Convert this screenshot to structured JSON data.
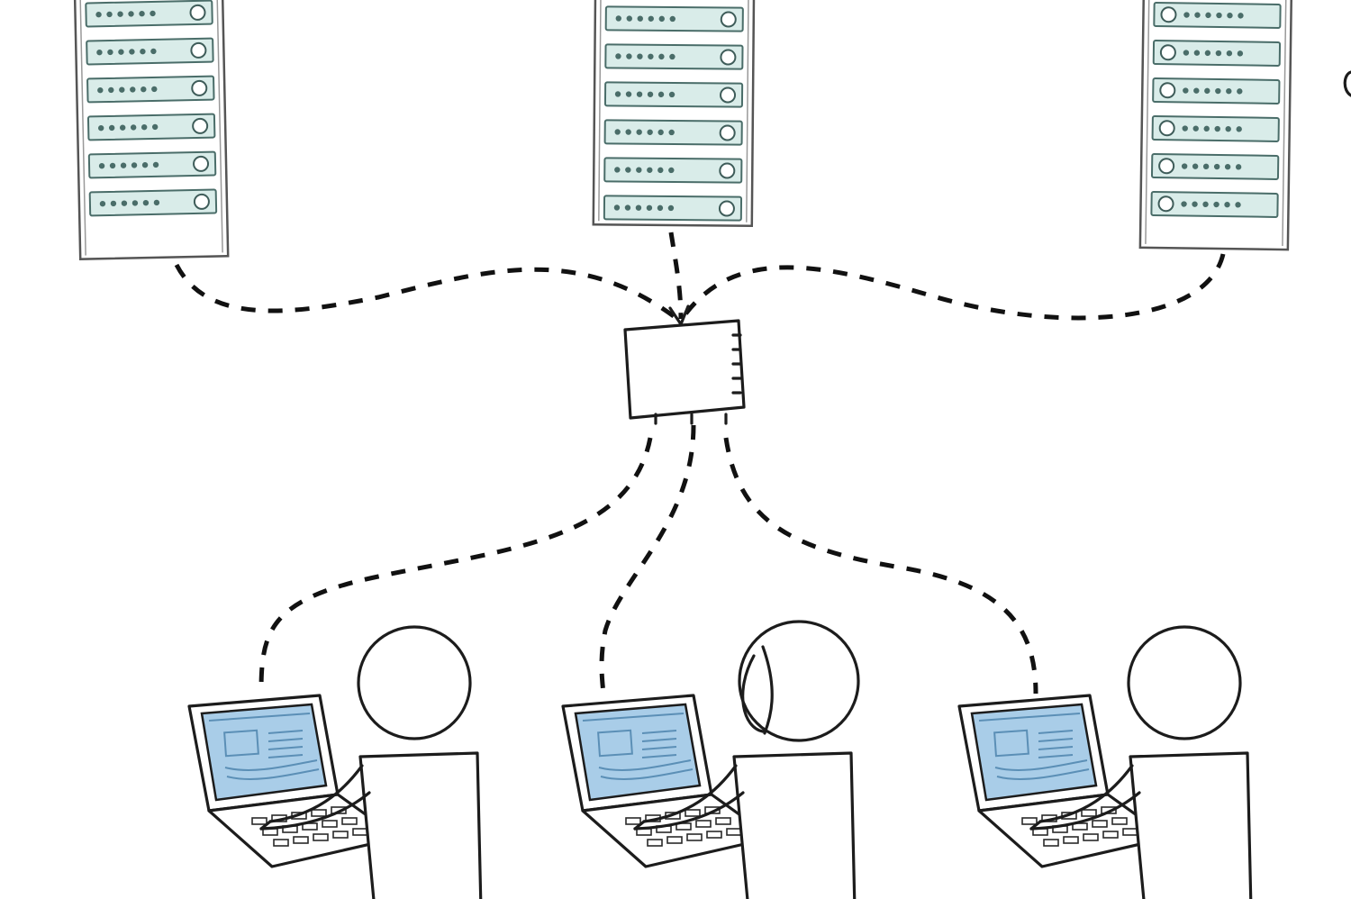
{
  "diagram": {
    "type": "network-sketch",
    "servers": [
      {
        "id": "server-left",
        "slots": 6
      },
      {
        "id": "server-center",
        "slots": 6
      },
      {
        "id": "server-right",
        "slots": 6
      }
    ],
    "hub": {
      "id": "network-switch"
    },
    "users": [
      {
        "id": "user-left",
        "hair": false
      },
      {
        "id": "user-center",
        "hair": true
      },
      {
        "id": "user-right",
        "hair": false
      }
    ],
    "colors": {
      "ink": "#1c1c1c",
      "server_slot": "#d9ece9",
      "laptop_screen": "#a9cde8"
    }
  }
}
